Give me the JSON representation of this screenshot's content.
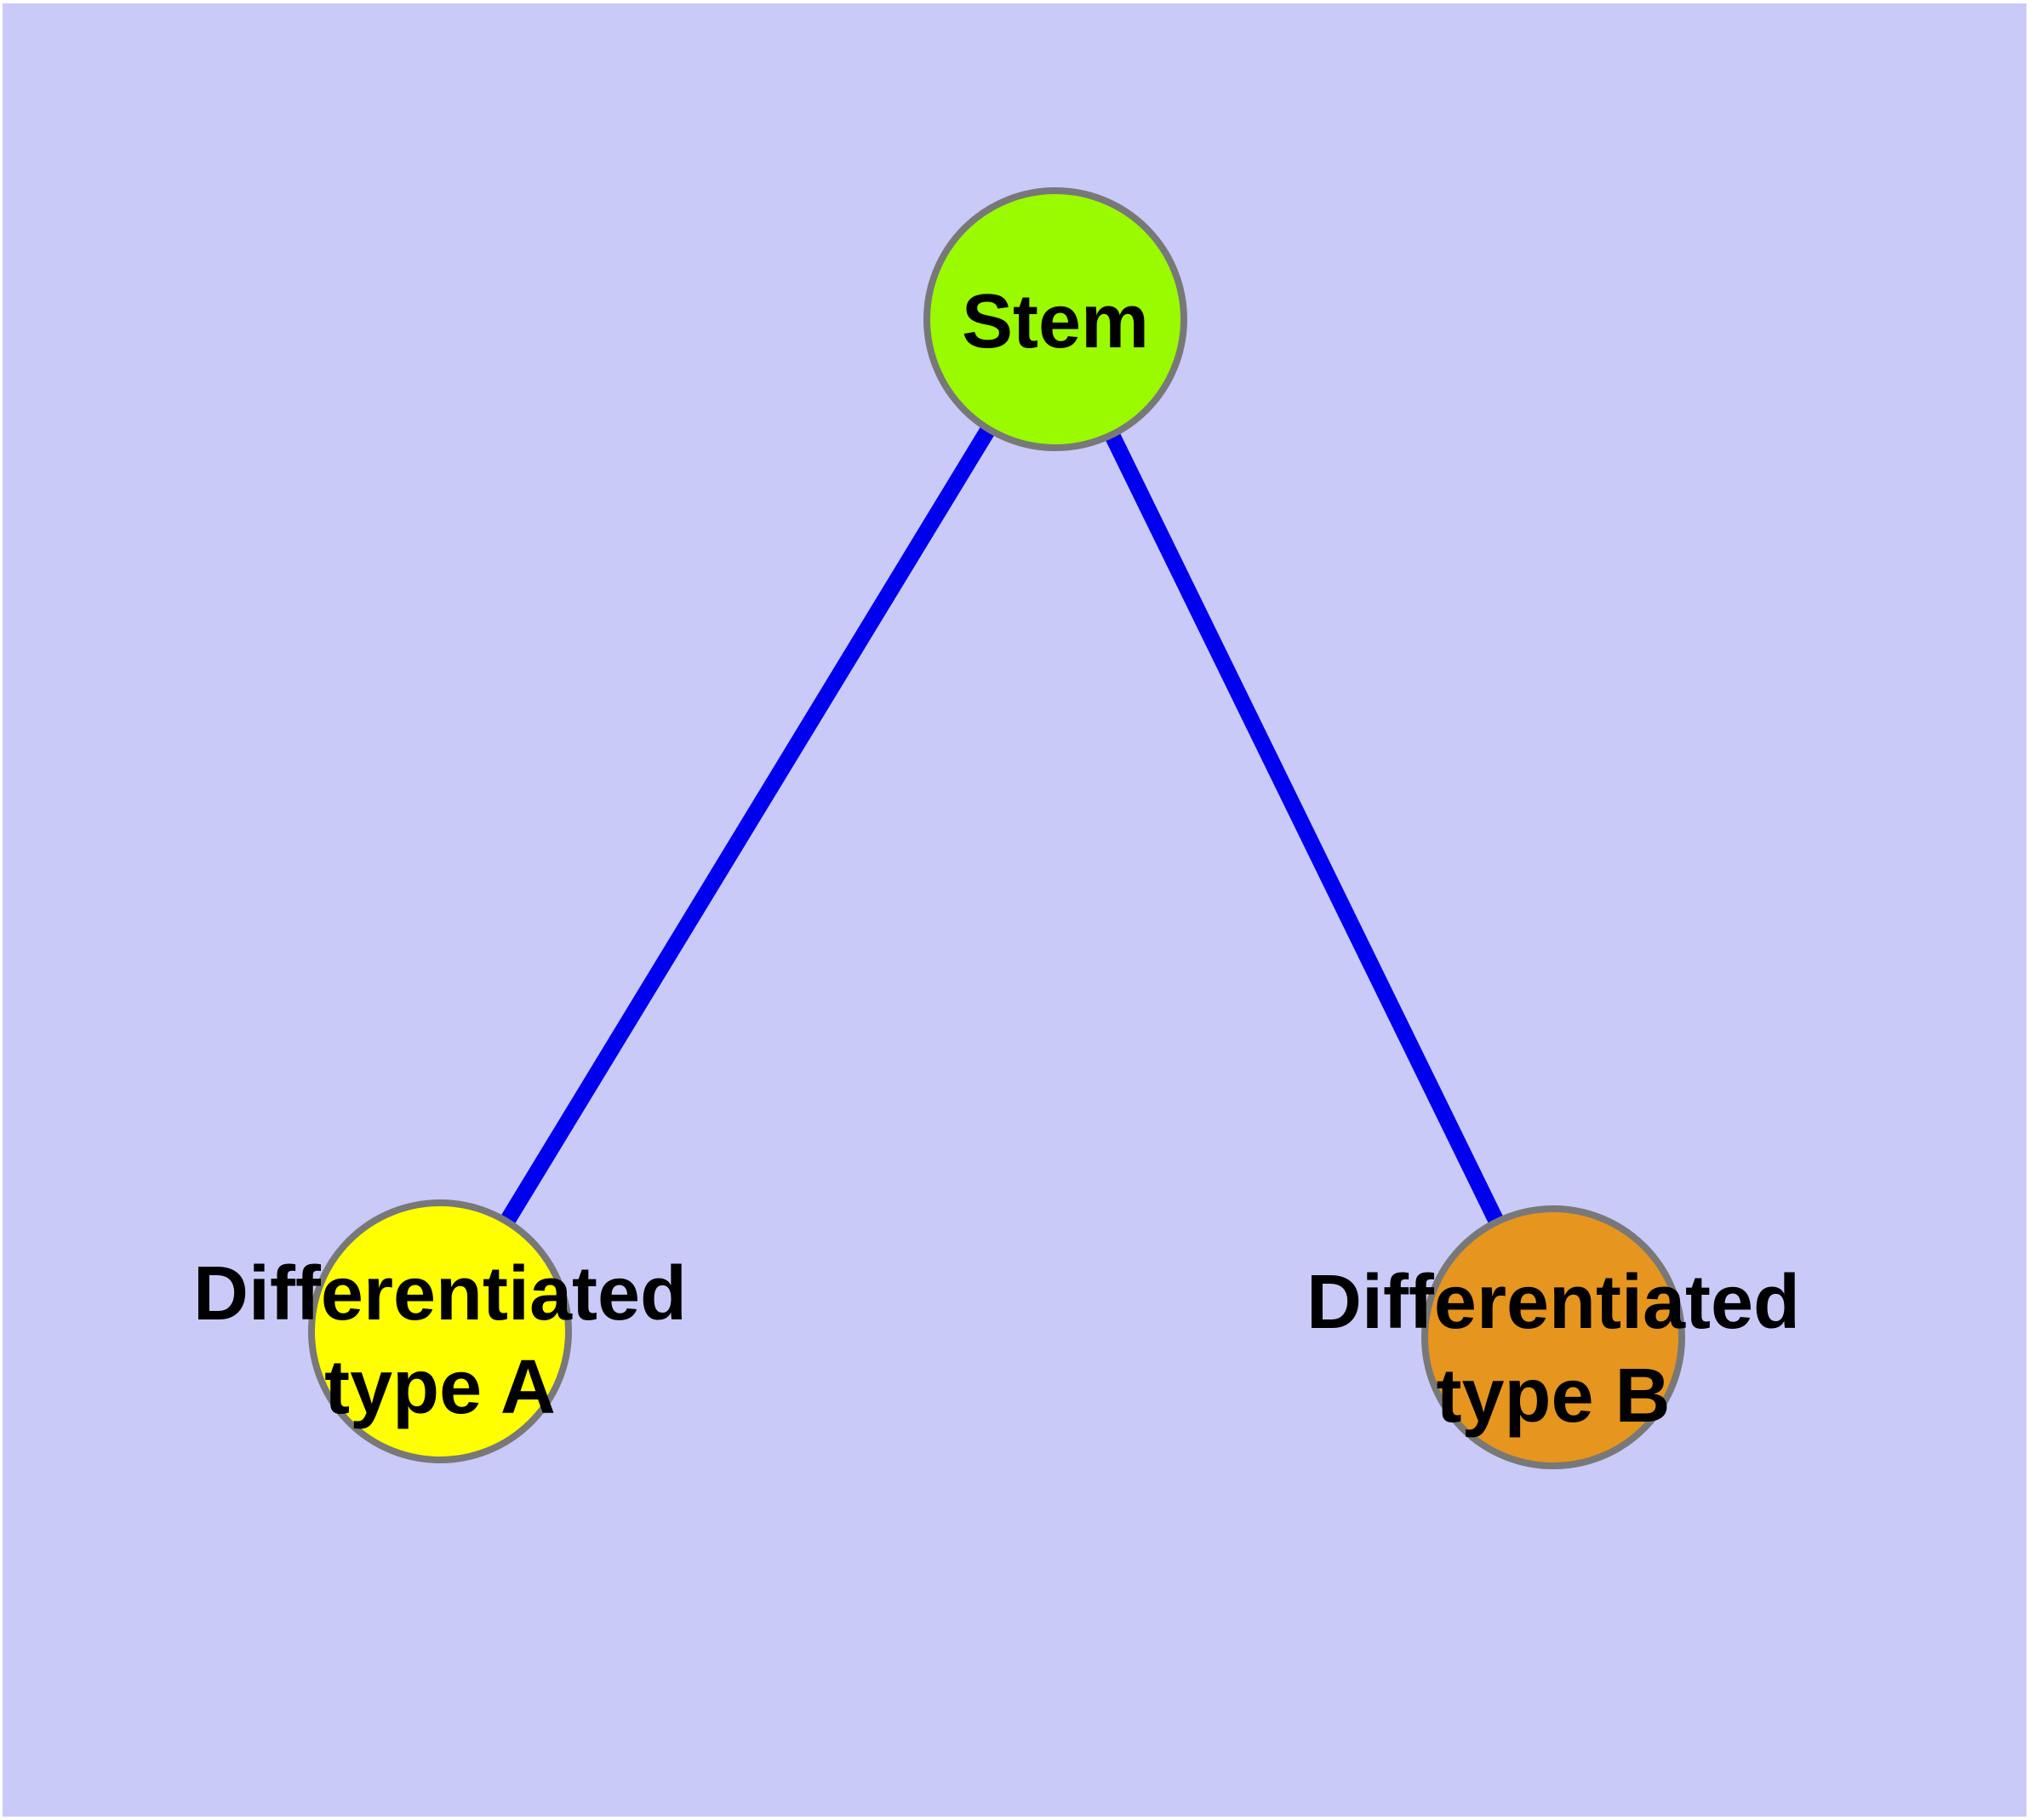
{
  "diagram": {
    "description": "Stem cell differentiation graph",
    "background_color": "#CACAF8",
    "frame_color": "#FFFFFF",
    "edge_color": "#0000EE",
    "node_border_color": "#787878",
    "text_color": "#000000",
    "nodes": {
      "stem": {
        "label": "Stem",
        "fill": "#9AFA00"
      },
      "type_a": {
        "label_line1": "Differentiated",
        "label_line2": "type A",
        "fill": "#FFFF00"
      },
      "type_b": {
        "label_line1": "Differentiated",
        "label_line2": "type B",
        "fill": "#E6951E"
      }
    },
    "edges": [
      {
        "from": "Stem",
        "to": "Differentiated type A"
      },
      {
        "from": "Stem",
        "to": "Differentiated type B"
      }
    ]
  }
}
